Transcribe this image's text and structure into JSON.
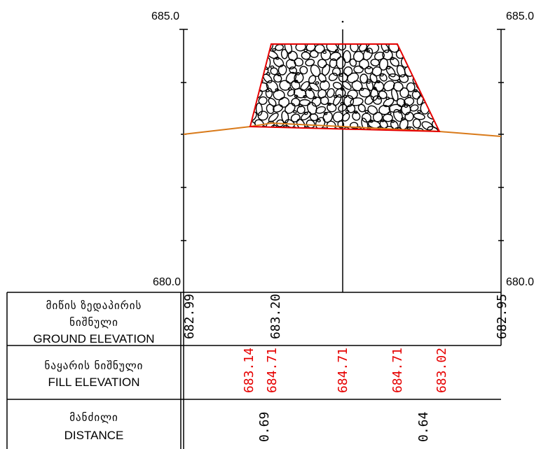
{
  "scale": {
    "top_label": "685.0",
    "bottom_label": "680.0"
  },
  "rows": [
    {
      "label_ka_1": "მიწის ზედაპირის",
      "label_ka_2": "ნიშნული",
      "label_en": "GROUND ELEVATION"
    },
    {
      "label_ka_1": "ნაყარის ნიშნული",
      "label_en": "FILL ELEVATION"
    },
    {
      "label_ka_1": "მანძილი",
      "label_en": "DISTANCE"
    }
  ],
  "values": {
    "ground": [
      "682.99",
      "683.20",
      "682.95"
    ],
    "fill": [
      "683.14",
      "684.71",
      "684.71",
      "684.71",
      "683.02"
    ],
    "distance": [
      "0.69",
      "0.64"
    ]
  },
  "colors": {
    "line": "#000000",
    "ground_line": "#d97a1a",
    "fill_outline": "#e60000",
    "fill_text": "#e60000"
  }
}
